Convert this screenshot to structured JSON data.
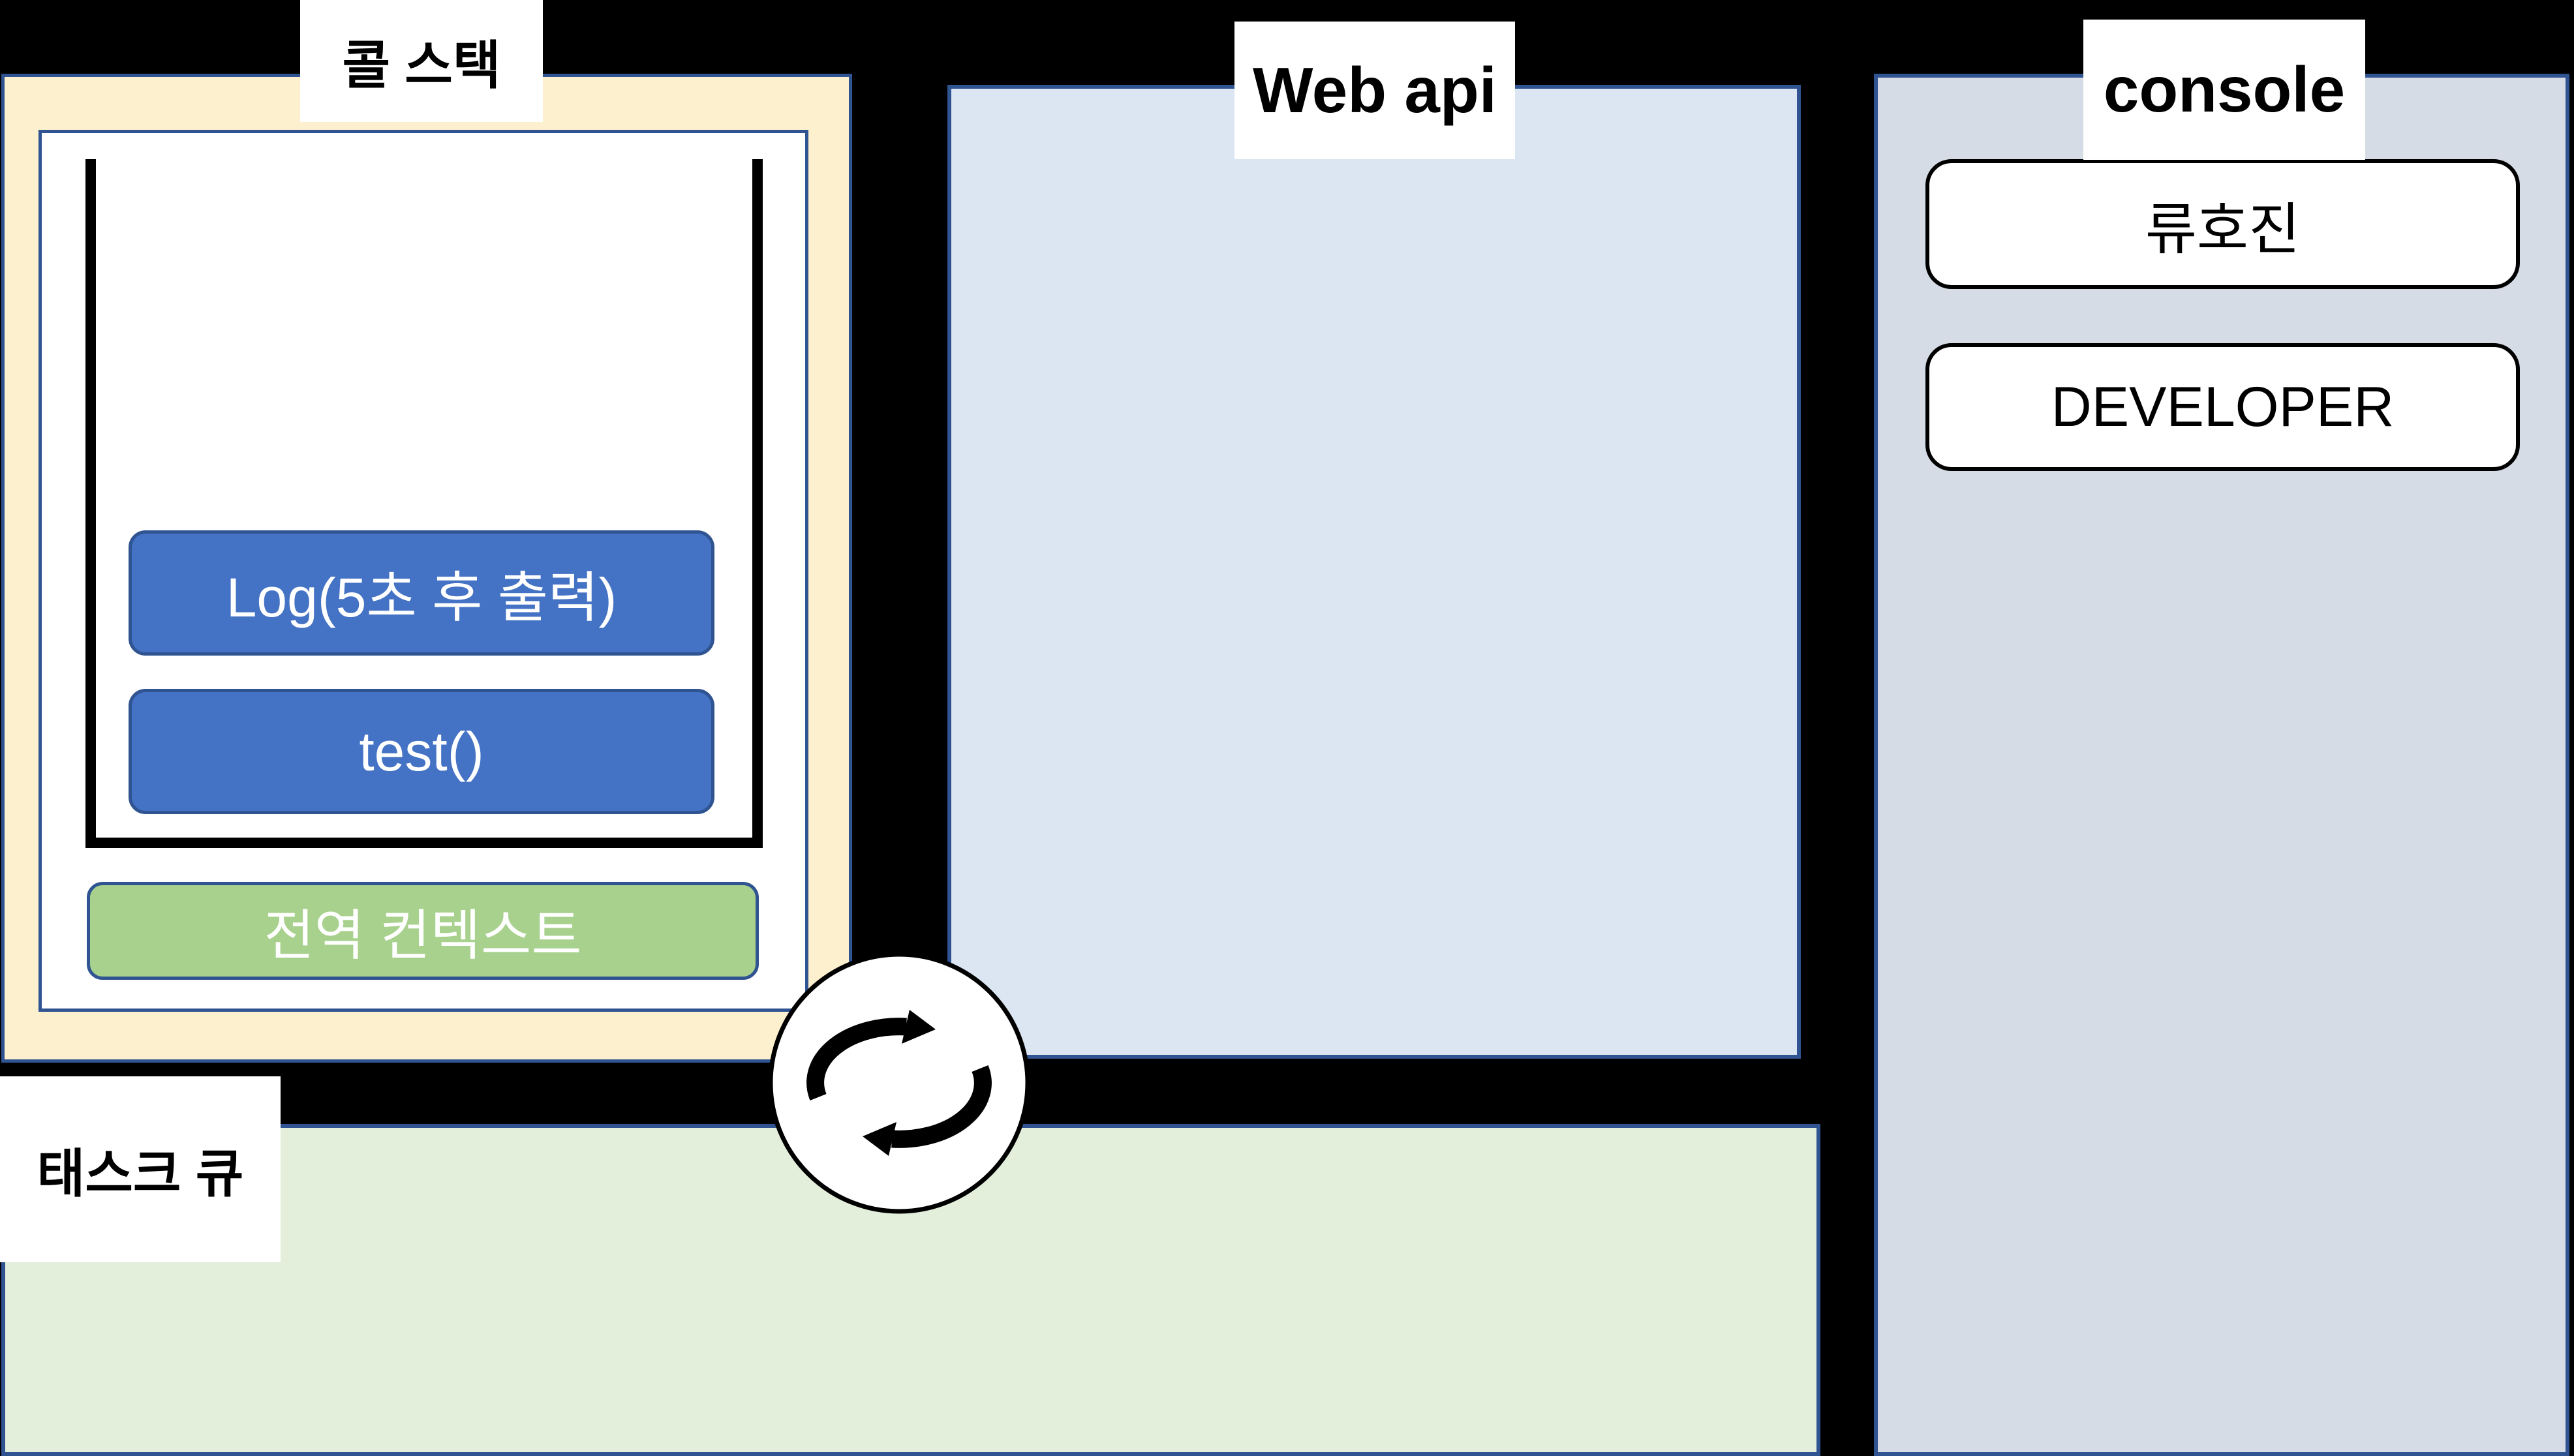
{
  "diagram": {
    "background": "#000000",
    "call_stack": {
      "label": "콜 스택",
      "frames": [
        {
          "text": "Log(5초 후 출력)"
        },
        {
          "text": "test()"
        }
      ],
      "base_context": {
        "text": "전역 컨텍스트"
      }
    },
    "web_api": {
      "label": "Web api"
    },
    "console": {
      "label": "console",
      "entries": [
        {
          "text": "류호진"
        },
        {
          "text": "DEVELOPER"
        }
      ]
    },
    "task_queue": {
      "label": "태스크 큐"
    },
    "event_loop": {
      "icon": "event-loop-cycle-icon"
    },
    "colors": {
      "panel_border": "#2F5491",
      "call_stack_fill": "#FDF0CE",
      "web_api_fill": "#DCE6F2",
      "console_fill": "#D6DCE5",
      "task_queue_fill": "#E3EFDB",
      "frame_fill": "#4472C4",
      "context_fill": "#A9D18E",
      "stack_wall": "#000000",
      "frame_text": "#FFFFFF",
      "label_text": "#000000"
    }
  }
}
